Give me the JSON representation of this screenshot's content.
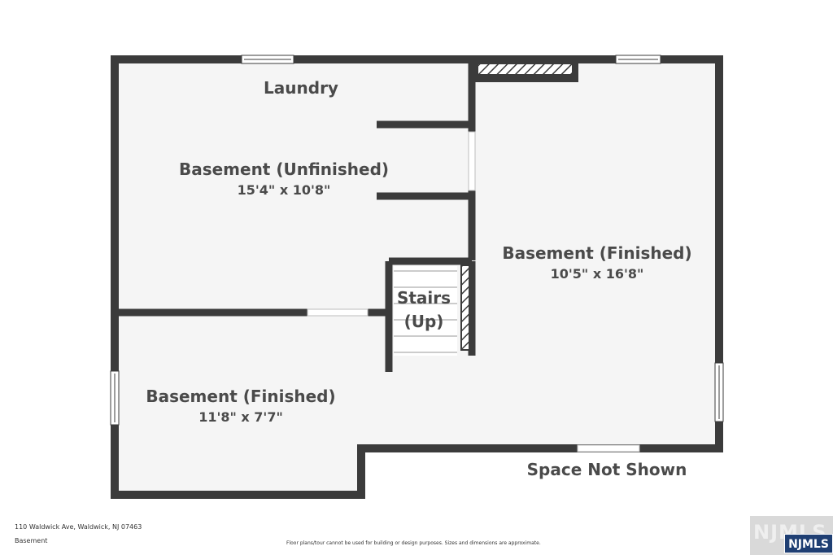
{
  "rooms": {
    "laundry": {
      "name": "Laundry"
    },
    "basement_unfinished": {
      "name": "Basement (Unfinished)",
      "dims": "15'4\" x 10'8\""
    },
    "basement_finished_east": {
      "name": "Basement (Finished)",
      "dims": "10'5\" x 16'8\""
    },
    "stairs": {
      "line1": "Stairs",
      "line2": "(Up)"
    },
    "basement_finished_west": {
      "name": "Basement (Finished)",
      "dims": "11'8\" x 7'7\""
    },
    "space_not_shown": {
      "name": "Space Not Shown"
    }
  },
  "footer": {
    "address": "110 Waldwick Ave, Waldwick, NJ 07463",
    "level": "Basement",
    "disclaimer": "Floor plans/tour cannot be used for building or design purposes. Sizes and dimensions are approximate."
  },
  "logo": {
    "ghost_text": "NJMLS",
    "badge_text": "NJMLS"
  },
  "colors": {
    "wall": "#3b3b3b",
    "floor": "#f5f5f5",
    "text": "#4a4a4a",
    "logo_badge": "#1f3f73"
  }
}
